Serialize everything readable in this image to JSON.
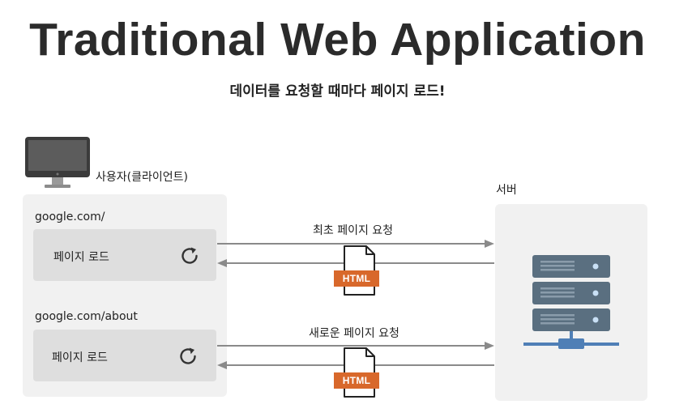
{
  "title": "Traditional Web Application",
  "subtitle": "데이터를 요청할 때마다 페이지 로드!",
  "client": {
    "label": "사용자(클라이언트)",
    "pages": [
      {
        "url": "google.com/",
        "action_label": "페이지 로드"
      },
      {
        "url": "google.com/about",
        "action_label": "페이지 로드"
      }
    ]
  },
  "server": {
    "label": "서버"
  },
  "requests": [
    {
      "label": "최초 페이지 요청",
      "response_tag": "HTML"
    },
    {
      "label": "새로운 페이지 요청",
      "response_tag": "HTML"
    }
  ],
  "colors": {
    "panel": "#f1f1f1",
    "page_box": "#dedede",
    "arrow": "#8a8a8a",
    "html_tag": "#d8682b",
    "server": "#5a6f80",
    "server_base": "#4f7fb6"
  },
  "icons": [
    "monitor-icon",
    "reload-icon",
    "server-icon",
    "html-document-icon"
  ]
}
